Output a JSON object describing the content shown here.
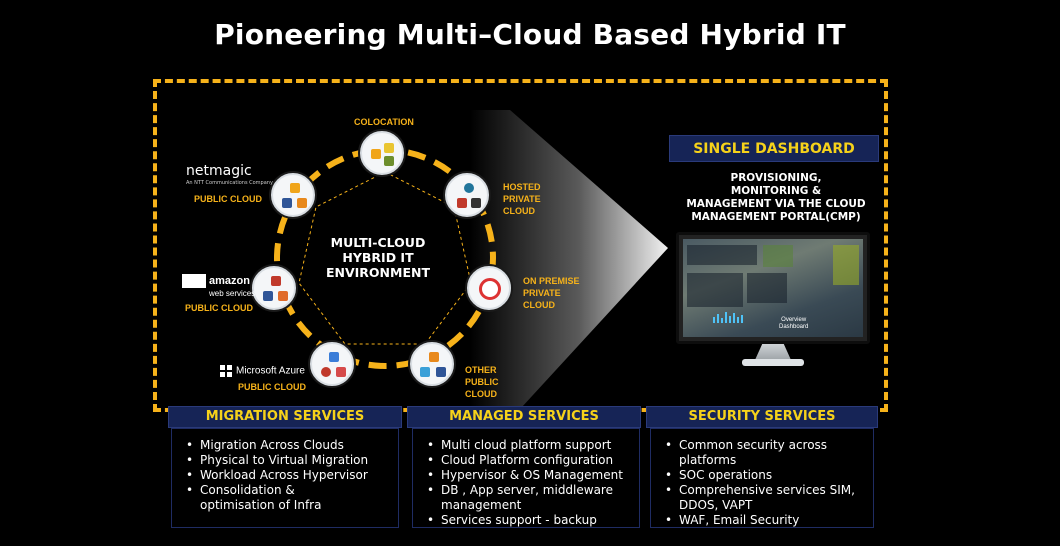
{
  "title": "Pioneering Multi–Cloud Based Hybrid IT",
  "center": {
    "line1": "MULTI-CLOUD",
    "line2": "HYBRID IT",
    "line3": "ENVIRONMENT"
  },
  "nodes": {
    "colocation": "COLOCATION",
    "hosted": [
      "HOSTED",
      "PRIVATE",
      "CLOUD"
    ],
    "onpremise": [
      "ON PREMISE",
      "PRIVATE",
      "CLOUD"
    ],
    "other": [
      "OTHER",
      "PUBLIC",
      "CLOUD"
    ],
    "netmagic": "PUBLIC CLOUD",
    "aws": "PUBLIC CLOUD",
    "azure": "PUBLIC CLOUD"
  },
  "logos": {
    "netmagic": "netmagic",
    "netmagic_sub": "An NTT Communications Company",
    "amazon_1": "amazon",
    "amazon_2": "web services",
    "azure": "Microsoft Azure"
  },
  "dashboard": {
    "heading": "SINGLE DASHBOARD",
    "line1": "PROVISIONING,",
    "line2": "MONITORING &",
    "line3": "MANAGEMENT VIA THE CLOUD",
    "line4": "MANAGEMENT PORTAL(CMP)",
    "screen_caption_1": "Overview",
    "screen_caption_2": "Dashboard"
  },
  "services": {
    "migration": {
      "heading": "MIGRATION SERVICES",
      "items": [
        "Migration Across Clouds",
        "Physical to Virtual Migration",
        "Workload Across Hypervisor",
        "Consolidation  &",
        "optimisation of Infra"
      ]
    },
    "managed": {
      "heading": "MANAGED SERVICES",
      "items": [
        "Multi cloud platform support",
        "Cloud Platform configuration",
        "Hypervisor & OS Management",
        "DB , App server, middleware",
        "management",
        "Services support  - backup"
      ]
    },
    "security": {
      "heading": "SECURITY SERVICES",
      "items": [
        "Common security across",
        "platforms",
        " SOC operations",
        "Comprehensive services  SIM,",
        "DDOS, VAPT",
        "WAF, Email Security"
      ]
    }
  },
  "colors": {
    "accent": "#f6b21a",
    "heading_bg": "#162456",
    "heading_text": "#f6d21a"
  }
}
